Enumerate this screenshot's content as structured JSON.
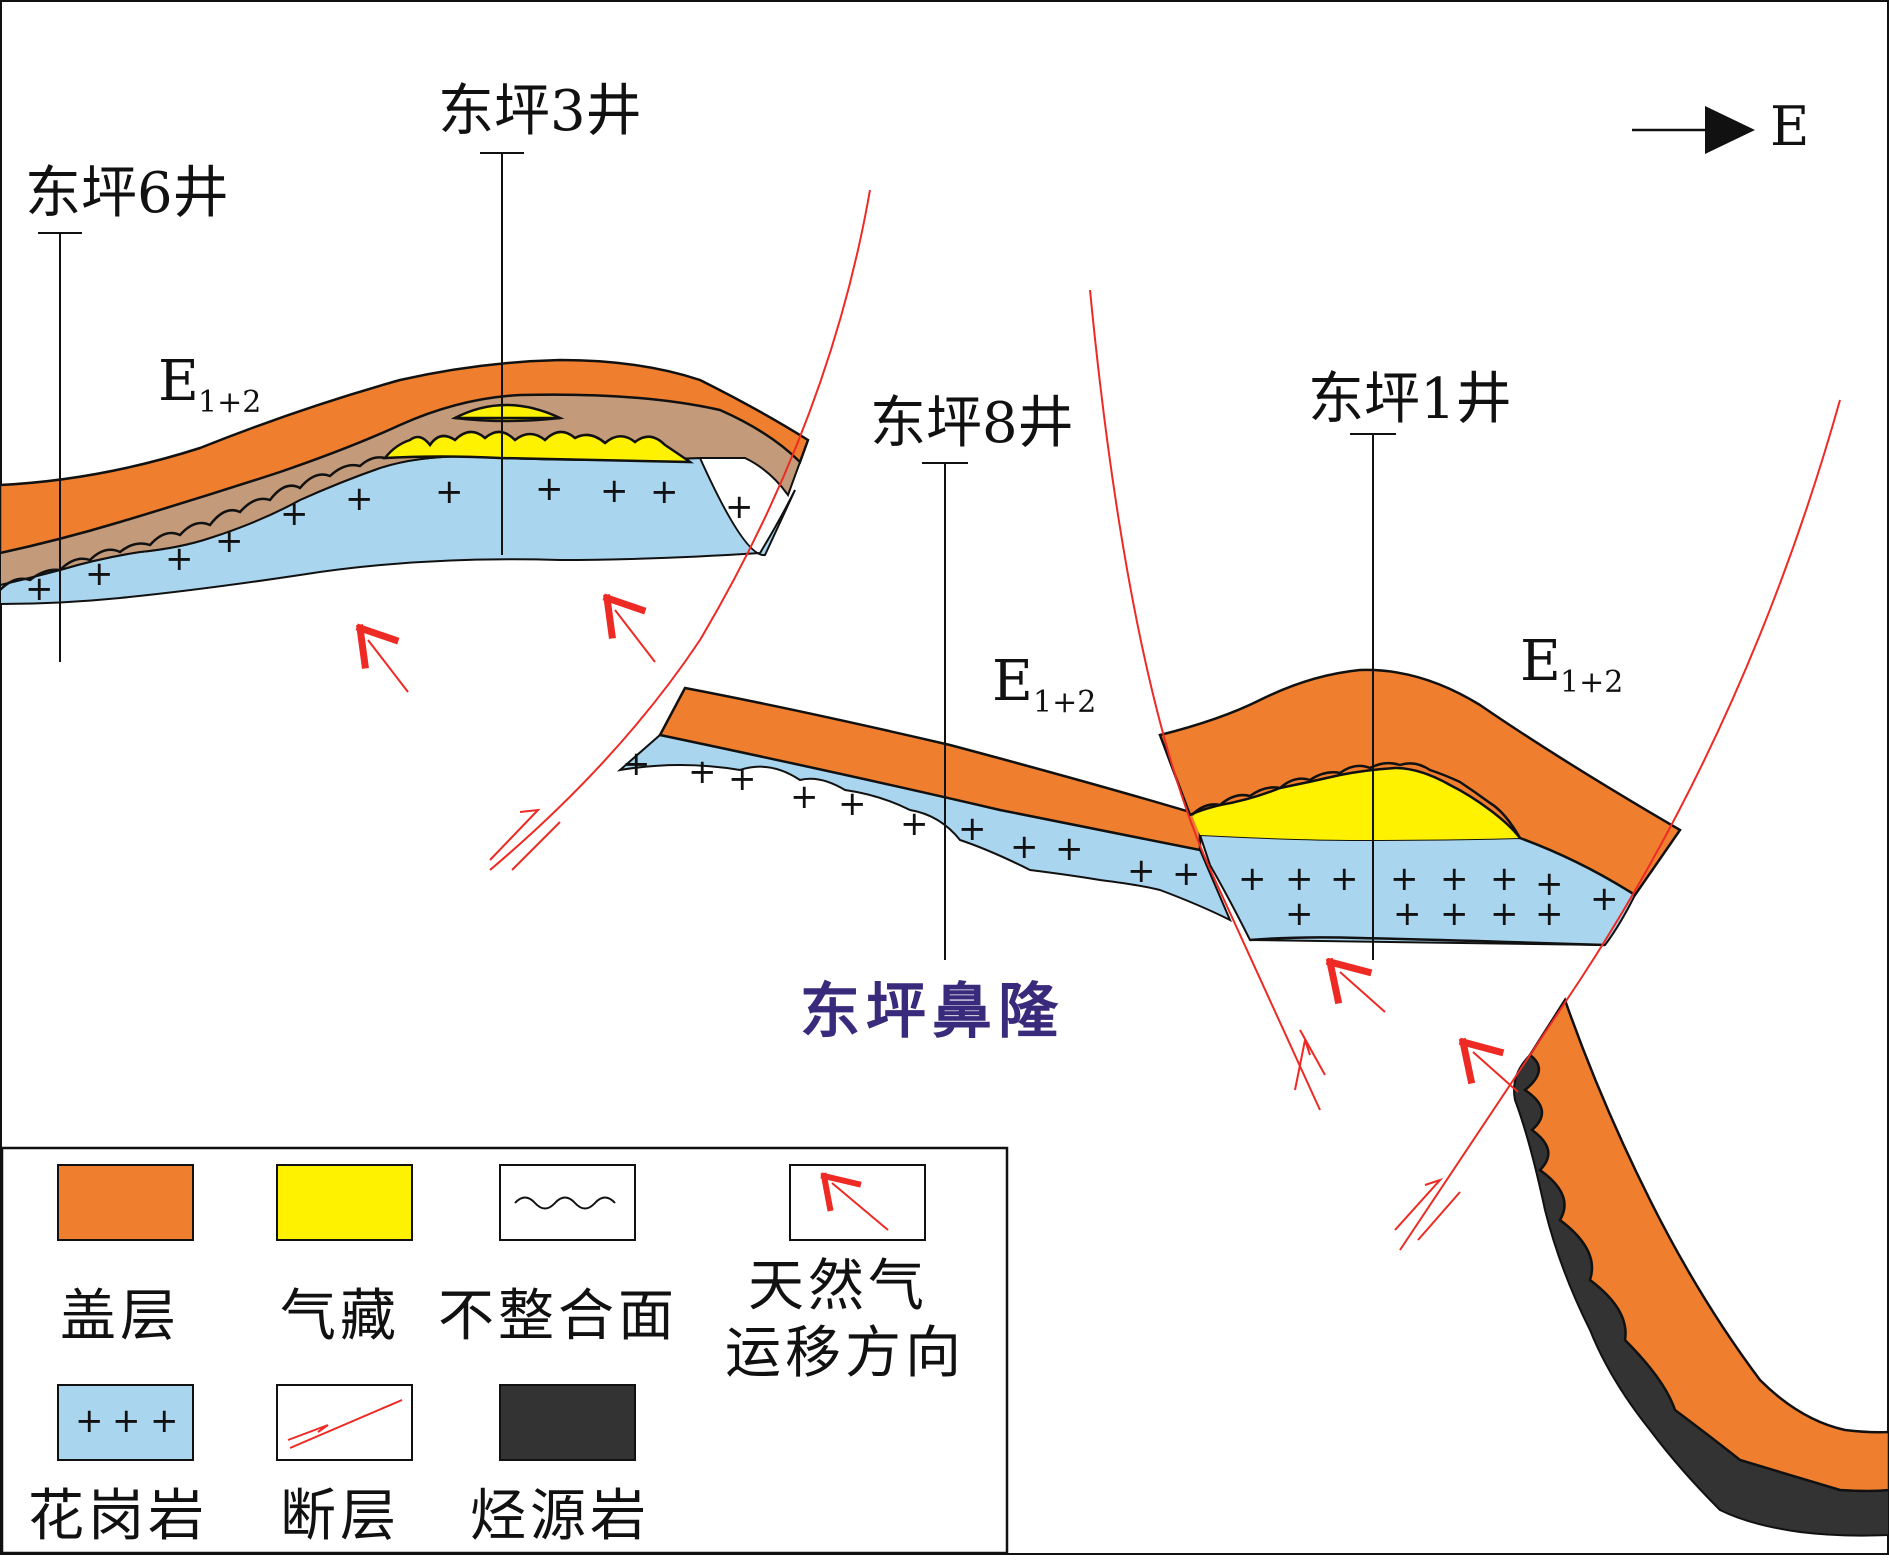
{
  "wells": [
    {
      "label": "东坪6井"
    },
    {
      "label": "东坪3井"
    },
    {
      "label": "东坪8井"
    },
    {
      "label": "东坪1井"
    }
  ],
  "strata": [
    {
      "main": "E",
      "sub": "1+2"
    },
    {
      "main": "E",
      "sub": "1+2"
    },
    {
      "main": "E",
      "sub": "1+2"
    }
  ],
  "region_label": "东坪鼻隆",
  "direction_label": "E",
  "legend": {
    "items": [
      {
        "key": "cap",
        "lines": [
          "盖层"
        ]
      },
      {
        "key": "gas",
        "lines": [
          "气藏"
        ]
      },
      {
        "key": "unconformity",
        "lines": [
          "不整合面"
        ]
      },
      {
        "key": "migration",
        "lines": [
          "天然气",
          "运移方向"
        ]
      },
      {
        "key": "granite",
        "lines": [
          "花岗岩"
        ]
      },
      {
        "key": "fault",
        "lines": [
          "断层"
        ]
      },
      {
        "key": "source",
        "lines": [
          "烃源岩"
        ]
      }
    ]
  },
  "colors": {
    "cap": "#ef7f2f",
    "gas": "#fff200",
    "granite": "#a9d5ee",
    "weathered": "#c39b7b",
    "source": "#333333",
    "fault": "#ee2a24",
    "region_text": "#3a2a7c"
  }
}
